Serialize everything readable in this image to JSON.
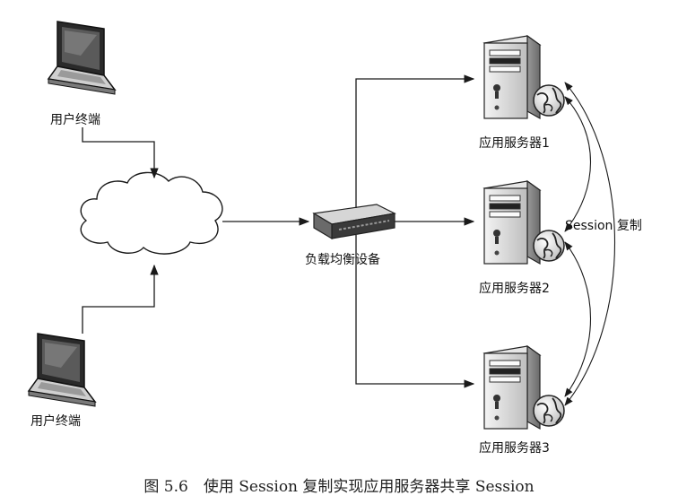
{
  "nodes": {
    "terminal_top": {
      "label": "用户终端"
    },
    "terminal_bottom": {
      "label": "用户终端"
    },
    "load_balancer": {
      "label": "负载均衡设备"
    },
    "servers": [
      {
        "label": "应用服务器1"
      },
      {
        "label": "应用服务器2"
      },
      {
        "label": "应用服务器3"
      }
    ]
  },
  "annotation": {
    "session_copy": "Session 复制"
  },
  "caption": "图 5.6　使用 Session 复制实现应用服务器共享 Session",
  "icons": {
    "terminal": "laptop-icon",
    "network": "cloud-icon",
    "balancer": "switch-icon",
    "server": "server-tower-icon",
    "globe": "globe-icon"
  },
  "colors": {
    "line": "#1a1a1a",
    "text": "#111111"
  }
}
